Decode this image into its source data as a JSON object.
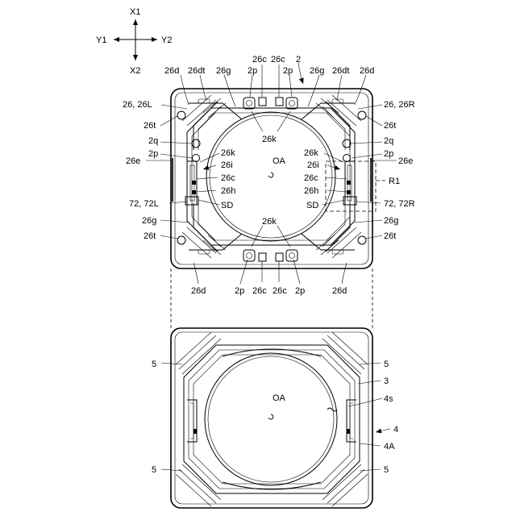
{
  "axes": {
    "x1": "X1",
    "x2": "X2",
    "y1": "Y1",
    "y2": "Y2"
  },
  "top_labels": {
    "ref2": "2",
    "l_26d_tl": "26d",
    "l_26dt_tl": "26dt",
    "l_26g_tl": "26g",
    "l_2p_tl": "2p",
    "l_26c_tl1": "26c",
    "l_26c_tl2": "26c",
    "l_2p_tr": "2p",
    "l_26g_tr": "26g",
    "l_26dt_tr": "26dt",
    "l_26d_tr": "26d",
    "l_26_26L": "26, 26L",
    "l_26_26R": "26, 26R",
    "l_26t_l1": "26t",
    "l_26t_r1": "26t",
    "l_26k_top": "26k",
    "l_2q_l": "2q",
    "l_2q_r": "2q",
    "l_2p_l": "2p",
    "l_2p_r": "2p",
    "l_26k_l": "26k",
    "l_26k_r": "26k",
    "l_26e_l": "26e",
    "l_26e_r": "26e",
    "l_26i_l": "26i",
    "l_26i_r": "26i",
    "l_OA": "OA",
    "l_R1": "R1",
    "l_26c_l": "26c",
    "l_26c_r": "26c",
    "l_26h_l": "26h",
    "l_26h_r": "26h",
    "l_72_72L": "72, 72L",
    "l_72_72R": "72, 72R",
    "l_SD_l": "SD",
    "l_SD_r": "SD",
    "l_26k_bot": "26k",
    "l_26g_l": "26g",
    "l_26g_r": "26g",
    "l_26t_l2": "26t",
    "l_26t_r2": "26t",
    "l_26d_bl": "26d",
    "l_2p_bl": "2p",
    "l_26c_bl1": "26c",
    "l_26c_bl2": "26c",
    "l_2p_br": "2p",
    "l_26d_br": "26d"
  },
  "bottom_labels": {
    "l_5_tl": "5",
    "l_5_tr": "5",
    "l_3": "3",
    "l_OA": "OA",
    "l_4s": "4s",
    "l_4": "4",
    "l_4A": "4A",
    "l_5_bl": "5",
    "l_5_br": "5"
  }
}
